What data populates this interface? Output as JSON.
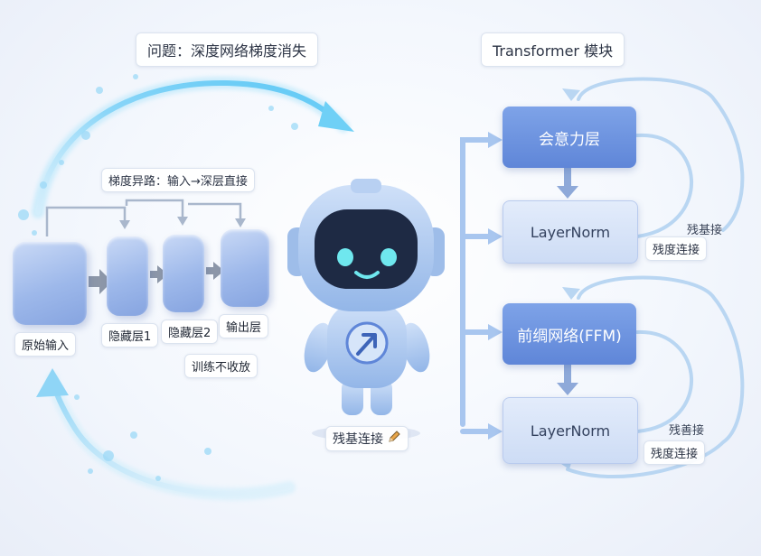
{
  "labels": {
    "problem_title": "问题：深度网络梯度消失",
    "gradient_path": "梯度异路：输入→深层直接",
    "input_layer": "原始输入",
    "hidden_1": "隐藏层1",
    "hidden_2": "隐藏层2",
    "output_layer": "输出层",
    "no_convergence": "训练不收放",
    "robot_caption": "残基连接",
    "transformer_title": "Transformer 模块",
    "attention_layer": "会意力层",
    "layernorm_1": "LayerNorm",
    "ffn_layer": "前绸网络(FFM)",
    "layernorm_2": "LayerNorm",
    "residual_a1": "残基接",
    "residual_b1": "残度连接",
    "residual_a2": "残善接",
    "residual_b2": "残度连接"
  },
  "colors": {
    "accent": "#5f86d8",
    "light_block": "#dbe6fa",
    "glow_arc": "#7fd3f7",
    "robot_body": "#a8c7ee",
    "robot_face": "#1e2a44",
    "robot_eyes": "#6fe7ee"
  },
  "icons": {
    "robot": "robot-mascot",
    "robot_chest": "arrow-up-right-icon",
    "pencil": "pencil-icon"
  }
}
